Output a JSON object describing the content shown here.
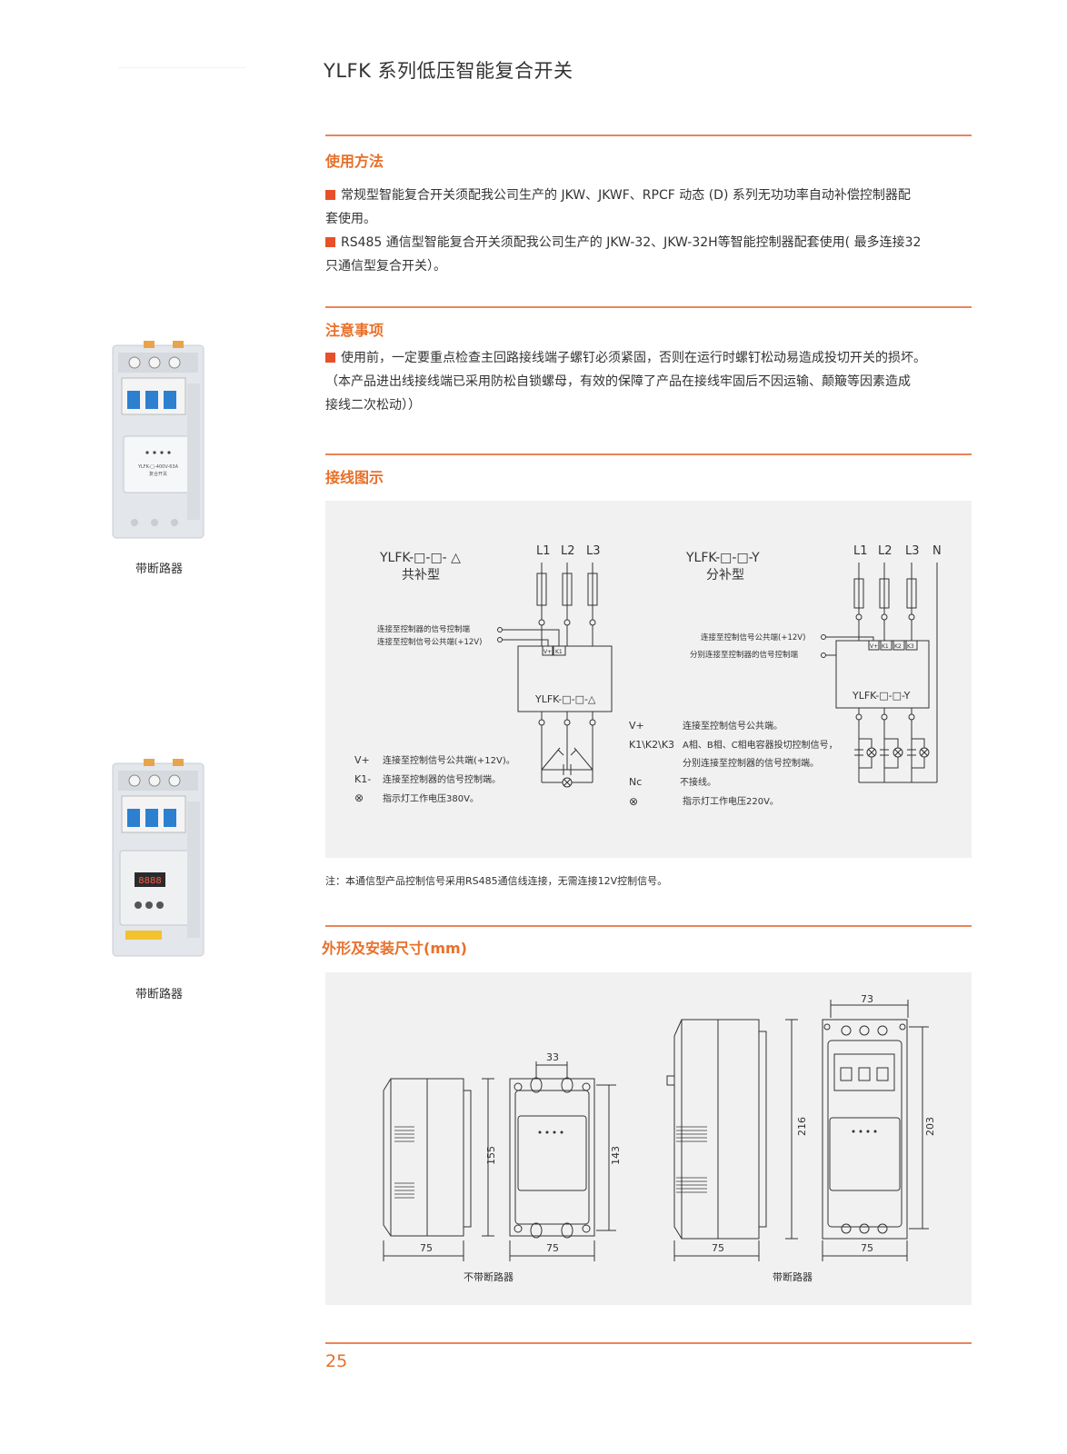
{
  "header": {
    "title": "YLFK 系列低压智能复合开关"
  },
  "usage": {
    "heading": "使用方法",
    "line1": "常规型智能复合开关须配我公司生产的 JKW、JKWF、RPCF 动态 (D) 系列无功功率自动补偿控制器配",
    "line1b": "套使用。",
    "line2": "RS485 通信型智能复合开关须配我公司生产的 JKW-32、JKW-32H等智能控制器配套使用( 最多连接32",
    "line2b": "只通信型复合开关）。"
  },
  "cautions": {
    "heading": "注意事项",
    "line1": "使用前，一定要重点检查主回路接线端子螺钉必须紧固，否则在运行时螺钉松动易造成投切开关的损坏。",
    "line2": "（本产品进出线接线端已采用防松自锁螺母，有效的保障了产品在接线牢固后不因运输、颠簸等因素造成",
    "line3": "接线二次松动））"
  },
  "wiring": {
    "heading": "接线图示",
    "left": {
      "model": "YLFK-□-□- △",
      "type": "共补型",
      "phases": [
        "L1",
        "L2",
        "L3"
      ],
      "sig_ctrl": "连接至控制器的信号控制端",
      "sig_common": "连接至控制信号公共端(+12V)",
      "term_vplus": "V+",
      "term_k1": "K1",
      "box_label": "YLFK-□-□-△",
      "legend": [
        {
          "key": "V+",
          "desc": "连接至控制信号公共端(+12V)。"
        },
        {
          "key": "K1-",
          "desc": "连接至控制器的信号控制端。"
        },
        {
          "key": "⊗",
          "desc": "指示灯工作电压380V。"
        }
      ]
    },
    "right": {
      "model": "YLFK-□-□-Y",
      "type": "分补型",
      "phases": [
        "L1",
        "L2",
        "L3",
        "N"
      ],
      "sig_common": "连接至控制信号公共端(+12V)",
      "sig_ctrl": "分别连接至控制器的信号控制端",
      "term_vplus": "V+",
      "term_k1": "K1",
      "term_k2": "K2",
      "term_k3": "K3",
      "box_label": "YLFK-□-□-Y",
      "legend": [
        {
          "key": "V+",
          "desc": "连接至控制信号公共端。"
        },
        {
          "key": "K1\\K2\\K3",
          "desc": "A相、B相、C相电容器投切控制信号，"
        },
        {
          "key": "",
          "desc": "分别连接至控制器的信号控制端。"
        },
        {
          "key": "Nc",
          "desc": "不接线。"
        },
        {
          "key": "⊗",
          "desc": "指示灯工作电压220V。"
        }
      ]
    },
    "note": "注：本通信型产品控制信号采用RS485通信线连接，无需连接12V控制信号。"
  },
  "dimensions": {
    "heading": "外形及安装尺寸(mm)",
    "left": {
      "width_side": "75",
      "width_front": "75",
      "top": "33",
      "height_side": "155",
      "height_front": "143",
      "caption": "不带断路器"
    },
    "right": {
      "width_side": "75",
      "width_front": "75",
      "top": "73",
      "height_side": "216",
      "height_front": "203",
      "caption": "带断路器"
    }
  },
  "products": [
    {
      "caption": "带断路器",
      "label_line1": "YLFK-□-400V-63A",
      "label_line2": "复合开关"
    },
    {
      "caption": "带断路器",
      "display": "8888"
    }
  ],
  "footer": {
    "page": "25"
  }
}
